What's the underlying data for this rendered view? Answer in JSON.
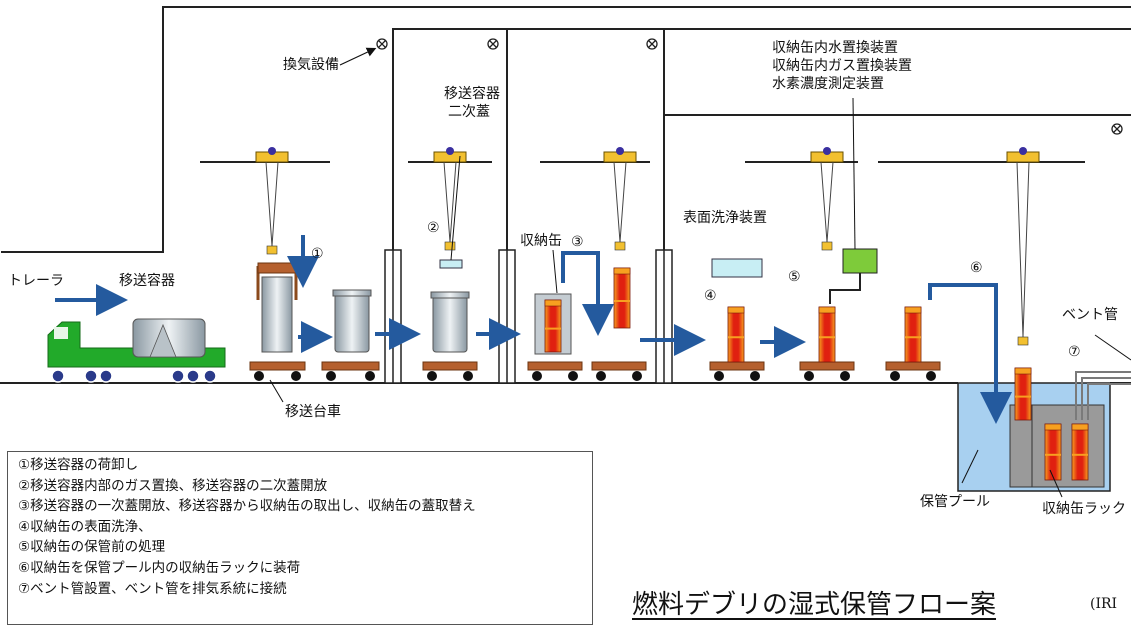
{
  "labels": {
    "ventilation": "換気設備",
    "transport_container": "移送容器",
    "trailer": "トレーラ",
    "cart": "移送台車",
    "secondary_lid": [
      "移送容器",
      "二次蓋"
    ],
    "canister": "収納缶",
    "surface_cleaner": "表面洗浄装置",
    "devices": [
      "収納缶内水置換装置",
      "収納缶内ガス置換装置",
      "水素濃度測定装置"
    ],
    "vent_pipe": "ベント管",
    "pool": "保管プール",
    "rack": "収納缶ラック"
  },
  "steps": [
    "①",
    "②",
    "③",
    "④",
    "⑤",
    "⑥",
    "⑦"
  ],
  "legend": [
    "①移送容器の荷卸し",
    "②移送容器内部のガス置換、移送容器の二次蓋開放",
    "③移送容器の一次蓋開放、移送容器から収納缶の取出し、収納缶の蓋取替え",
    "④収納缶の表面洗浄、",
    "⑤収納缶の保管前の処理",
    "⑥収納缶を保管プール内の収納缶ラックに装荷",
    "⑦ベント管設置、ベント管を排気系統に接続"
  ],
  "caption": "燃料デブリの湿式保管フロー案",
  "credit": "(IRI",
  "icons": {
    "ventilation": "cross-circle-icon",
    "crane": "overhead-crane-icon"
  },
  "colors": {
    "arrow": "#245a9e",
    "crane": "#f2c030",
    "cart": "#b5602e",
    "truck": "#22aa2a",
    "canister_red": "#e02010",
    "canister_orange": "#f7a020",
    "pool": "#a8d0f0",
    "device_green": "#7ecb3a",
    "cleaner": "#c8eef4"
  }
}
